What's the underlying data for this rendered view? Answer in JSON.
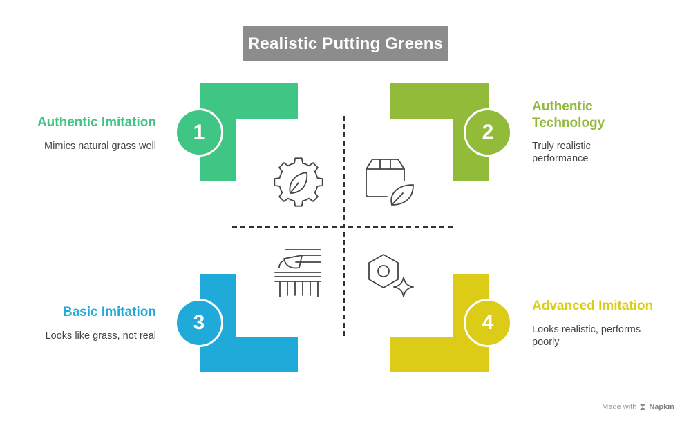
{
  "title": "Realistic Putting Greens",
  "quadrants": [
    {
      "number": "1",
      "title": "Authentic Imitation",
      "description": "Mimics natural grass well",
      "color": "#3fc584",
      "icon": "leaf-gear-icon"
    },
    {
      "number": "2",
      "title": "Authentic Technology",
      "description": "Truly realistic performance",
      "color": "#92bb3a",
      "icon": "box-leaf-icon"
    },
    {
      "number": "3",
      "title": "Basic Imitation",
      "description": "Looks like grass, not real",
      "color": "#1faad9",
      "icon": "turf-roll-icon"
    },
    {
      "number": "4",
      "title": "Advanced Imitation",
      "description": "Looks realistic, performs poorly",
      "color": "#dccb17",
      "icon": "hex-nut-sparkle-icon"
    }
  ],
  "footer": {
    "made_with": "Made with",
    "brand": "Napkin",
    "icon": "napkin-logo-icon"
  }
}
